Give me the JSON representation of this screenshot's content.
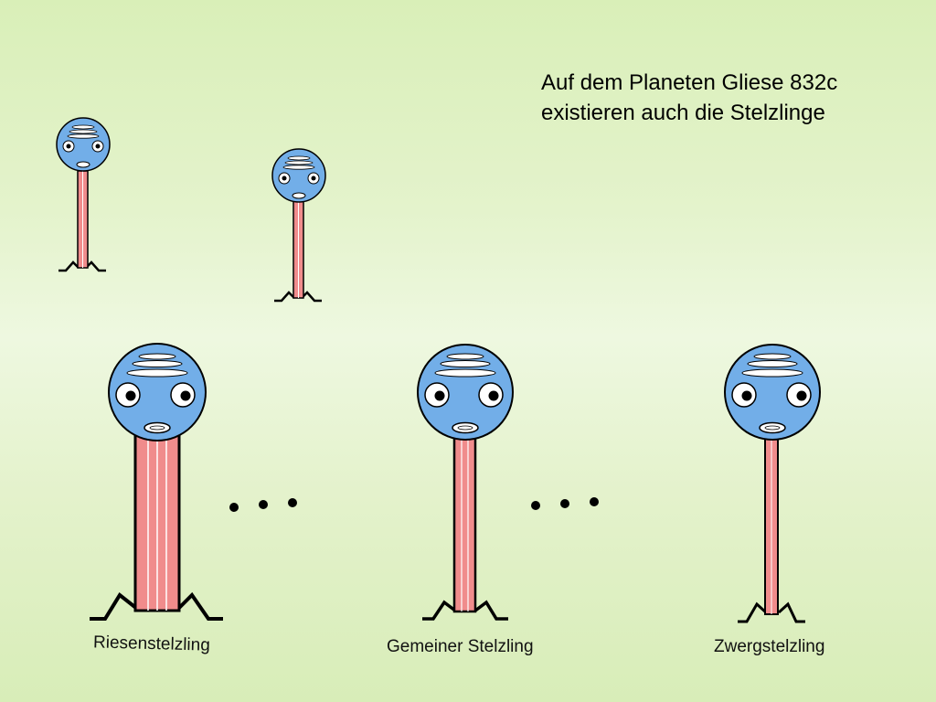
{
  "title": {
    "line1": "Auf dem Planeten Gliese 832c",
    "line2": "existieren auch die Stelzlinge"
  },
  "creatures": [
    {
      "label": ""
    },
    {
      "label": ""
    },
    {
      "label": "Riesenstelzling"
    },
    {
      "label": "Gemeiner Stelzling"
    },
    {
      "label": "Zwergstelzling"
    }
  ],
  "colors": {
    "head": "#72aee8",
    "stem": "#f08c8c",
    "outline": "#000000"
  }
}
